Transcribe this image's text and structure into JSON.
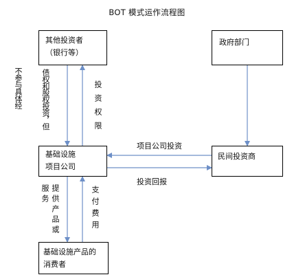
{
  "title": "BOT 模式运作流程图",
  "nodes": {
    "other_investors": {
      "line1": "其他投资者",
      "line2": "（银行等）"
    },
    "government": {
      "label": "政府部门"
    },
    "project_company": {
      "line1": "基础设施",
      "line2": "项目公司"
    },
    "private_investor": {
      "label": "民间投资商"
    },
    "consumers": {
      "line1": "基础设施产品的",
      "line2": "消费者"
    }
  },
  "edges": {
    "side_note": "不参与具体经",
    "debt_equity": "债权和股权投资，但",
    "investment_rights": "投资权限",
    "company_investment": "项目公司投资",
    "investment_return": "投资回报",
    "provide_products": "提供产品或服务",
    "pay_fees": "支付费用"
  },
  "colors": {
    "arrow": "#6d8fc7",
    "border": "#000000"
  }
}
